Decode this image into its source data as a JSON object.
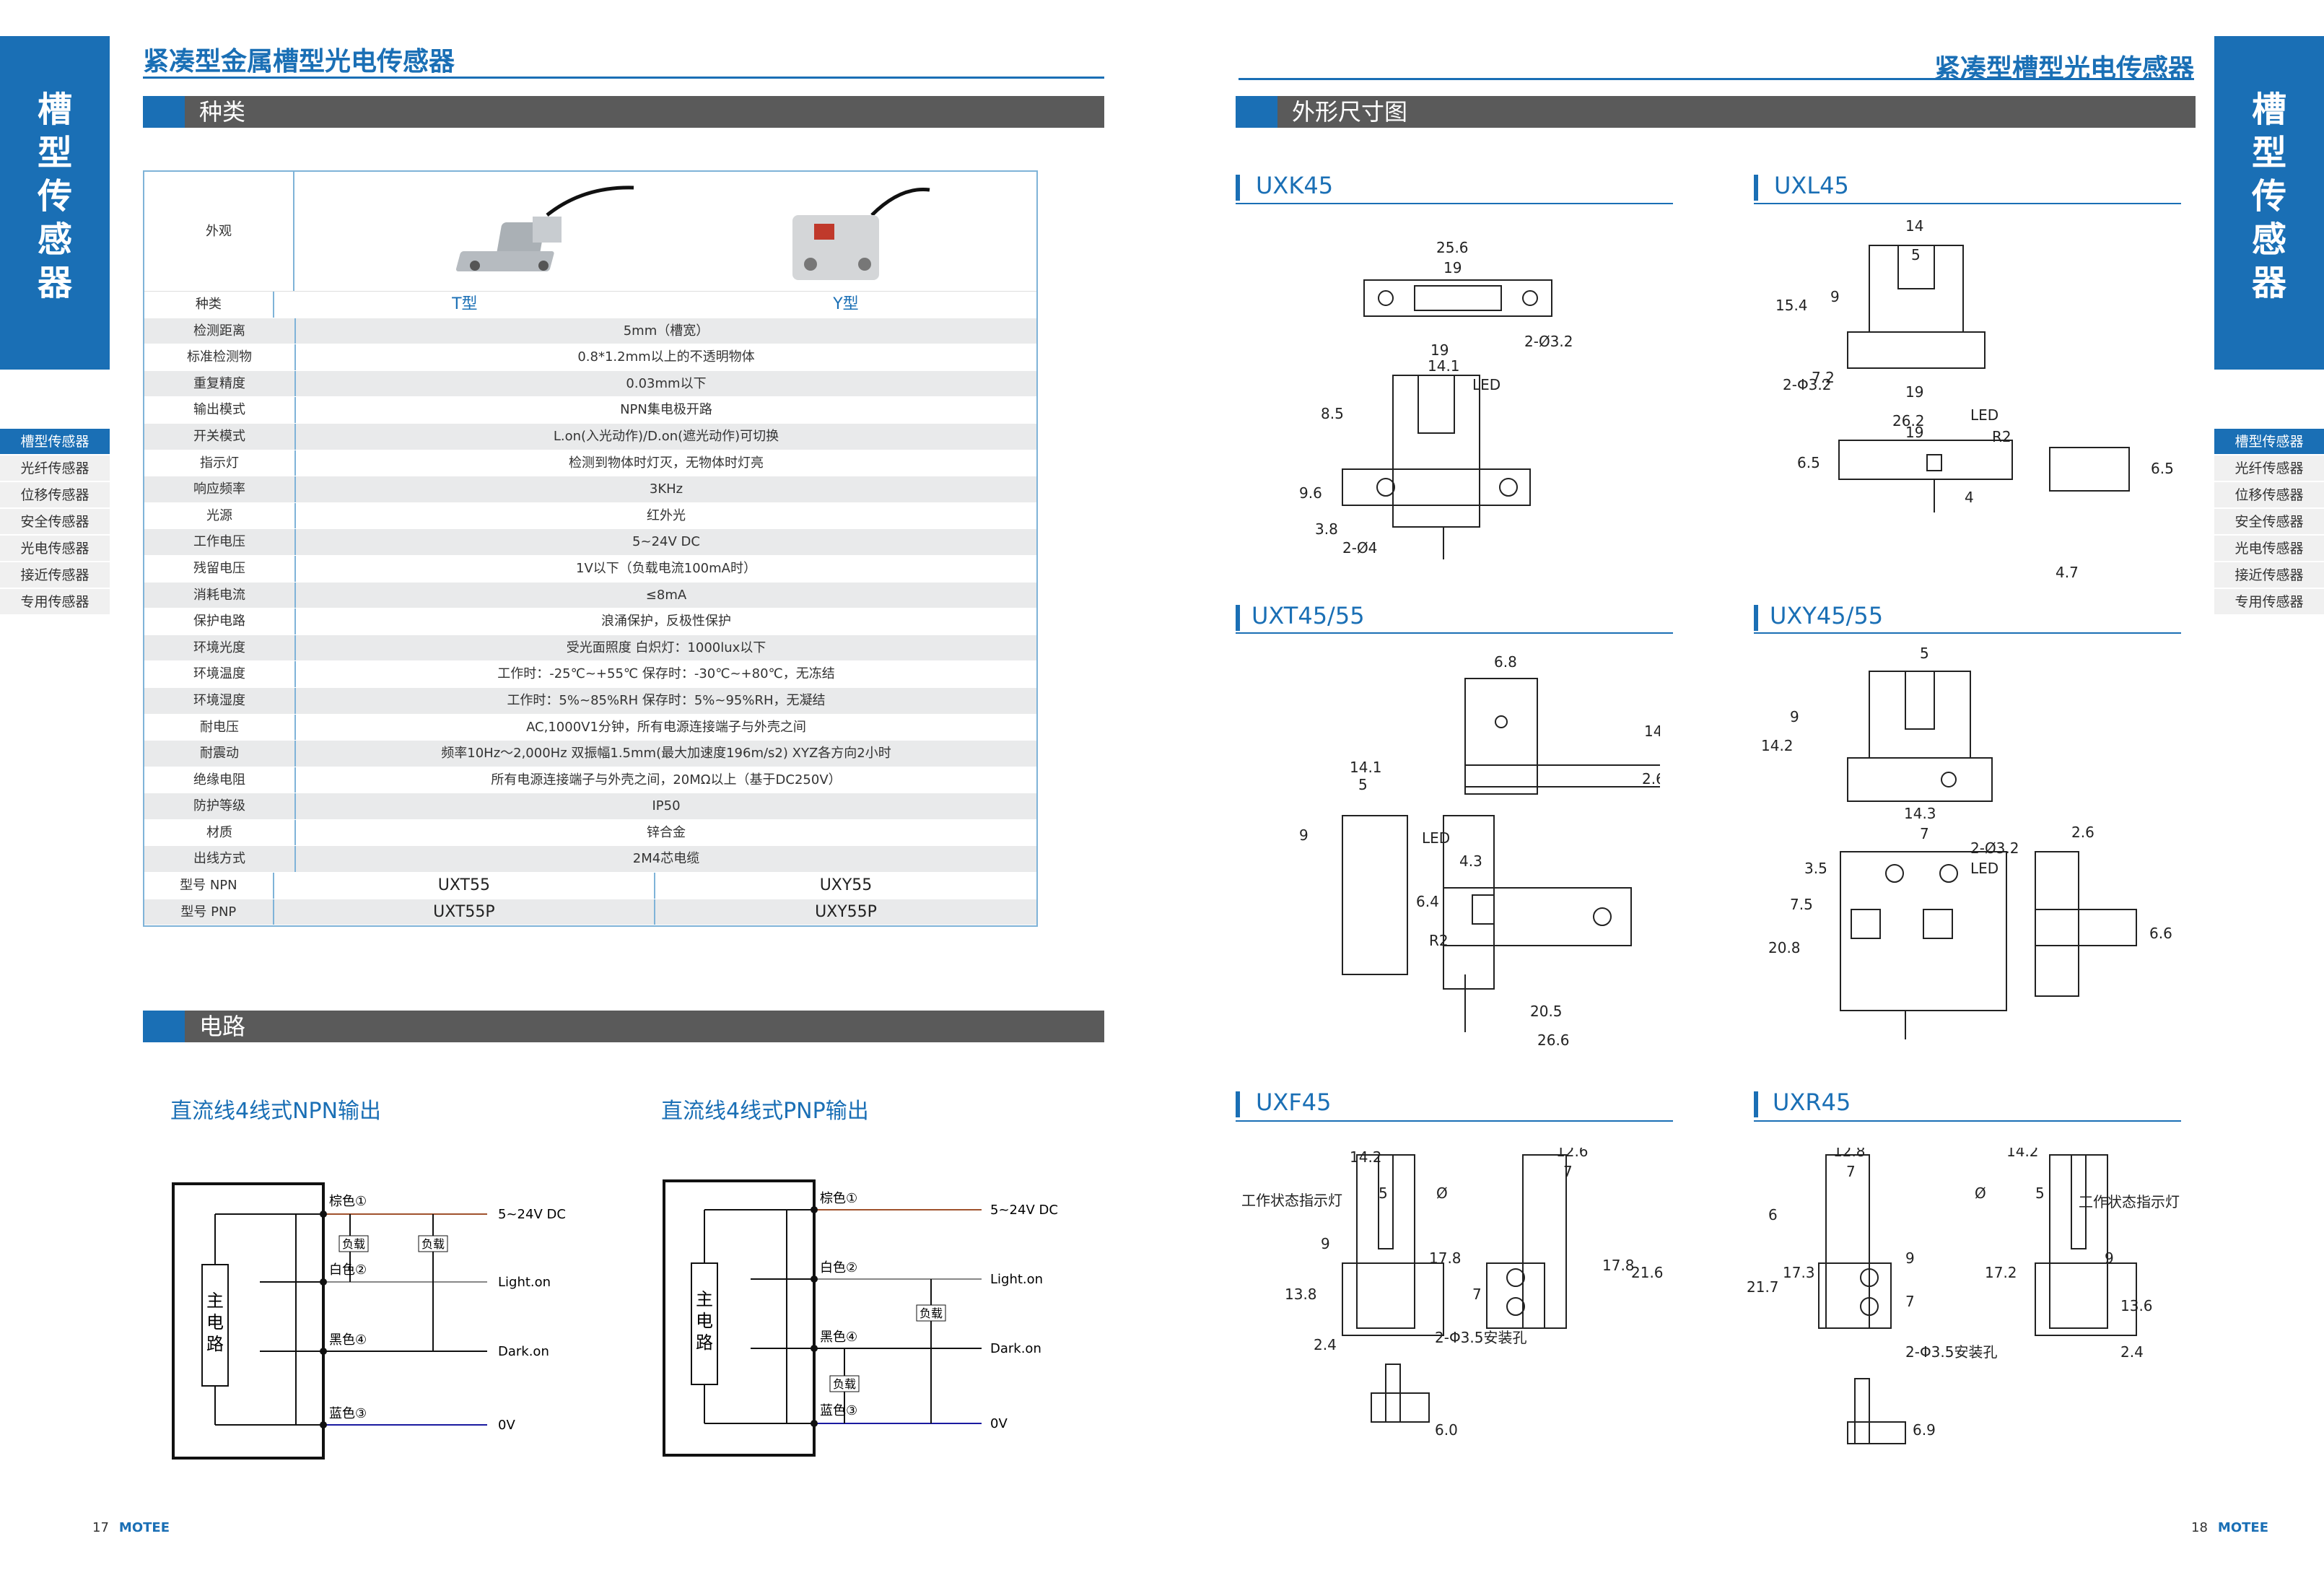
{
  "left_page": {
    "side_tab": [
      "槽",
      "型",
      "传",
      "感",
      "器"
    ],
    "side_menu": [
      "槽型传感器",
      "光纤传感器",
      "位移传感器",
      "安全传感器",
      "光电传感器",
      "接近传感器",
      "专用传感器"
    ],
    "title": "紧凑型金属槽型光电传感器",
    "section_types": "种类",
    "section_circuit": "电路",
    "table": {
      "appearance_label": "外观",
      "type_label": "种类",
      "type_t": "T型",
      "type_y": "Y型",
      "rows": [
        {
          "label": "检测距离",
          "value": "5mm（槽宽）"
        },
        {
          "label": "标准检测物",
          "value": "0.8*1.2mm以上的不透明物体"
        },
        {
          "label": "重复精度",
          "value": "0.03mm以下"
        },
        {
          "label": "输出模式",
          "value": "NPN集电极开路"
        },
        {
          "label": "开关模式",
          "value": "L.on(入光动作)/D.on(遮光动作)可切换"
        },
        {
          "label": "指示灯",
          "value": "检测到物体时灯灭，无物体时灯亮"
        },
        {
          "label": "响应频率",
          "value": "3KHz"
        },
        {
          "label": "光源",
          "value": "红外光"
        },
        {
          "label": "工作电压",
          "value": "5~24V DC"
        },
        {
          "label": "残留电压",
          "value": "1V以下（负载电流100mA时）"
        },
        {
          "label": "消耗电流",
          "value": "≤8mA"
        },
        {
          "label": "保护电路",
          "value": "浪涌保护，反极性保护"
        },
        {
          "label": "环境光度",
          "value": "受光面照度 白炽灯：1000lux以下"
        },
        {
          "label": "环境温度",
          "value": "工作时：-25℃~+55℃  保存时：-30℃~+80℃，无冻结"
        },
        {
          "label": "环境湿度",
          "value": "工作时：5%~85%RH  保存时：5%~95%RH，无凝结"
        },
        {
          "label": "耐电压",
          "value": "AC,1000V1分钟，所有电源连接端子与外壳之间"
        },
        {
          "label": "耐震动",
          "value": "频率10Hz～2,000Hz    双振幅1.5mm(最大加速度196m/s2)   XYZ各方向2小时"
        },
        {
          "label": "绝缘电阻",
          "value": "所有电源连接端子与外壳之间，20MΩ以上（基于DC250V）"
        },
        {
          "label": "防护等级",
          "value": "IP50"
        },
        {
          "label": "材质",
          "value": "锌合金"
        },
        {
          "label": "出线方式",
          "value": "2M4芯电缆"
        }
      ],
      "npn_label": "型号  NPN",
      "pnp_label": "型号  PNP",
      "npn_t": "UXT55",
      "npn_y": "UXY55",
      "pnp_t": "UXT55P",
      "pnp_y": "UXY55P"
    },
    "circuit_npn_title": "直流线4线式NPN输出",
    "circuit_pnp_title": "直流线4线式PNP输出",
    "circuit_labels": {
      "main": [
        "主",
        "电",
        "路"
      ],
      "brown": "棕色①",
      "white": "白色②",
      "black": "黑色④",
      "blue": "蓝色③",
      "load": "负载",
      "v": "5~24V DC",
      "light": "Light.on",
      "dark": "Dark.on",
      "zero": "0V"
    },
    "page_number": "17",
    "brand": "MOTEE"
  },
  "right_page": {
    "side_tab": [
      "槽",
      "型",
      "传",
      "感",
      "器"
    ],
    "side_menu": [
      "槽型传感器",
      "光纤传感器",
      "位移传感器",
      "安全传感器",
      "光电传感器",
      "接近传感器",
      "专用传感器"
    ],
    "title": "紧凑型槽型光电传感器",
    "section_dims": "外形尺寸图",
    "models": [
      "UXK45",
      "UXL45",
      "UXT45/55",
      "UXY45/55",
      "UXF45",
      "UXR45"
    ],
    "page_number": "18",
    "brand": "MOTEE"
  },
  "colors": {
    "accent": "#1a6fb5",
    "bar": "#5a5a5a"
  }
}
